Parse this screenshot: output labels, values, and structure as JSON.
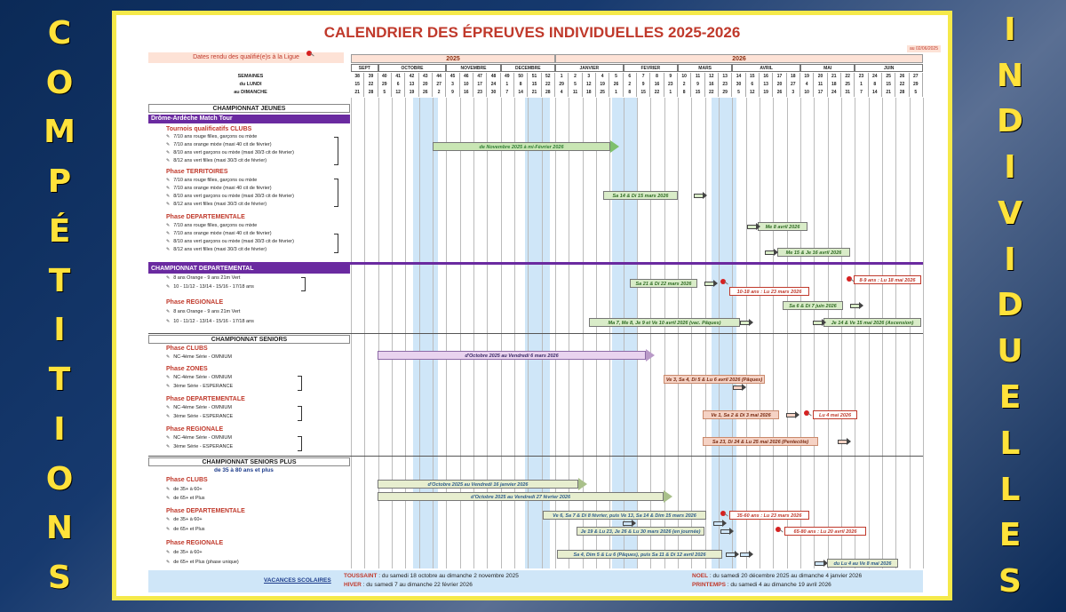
{
  "side_words": {
    "left": "COMPÉTITIONS",
    "right": "INDIVIDUELLES"
  },
  "title": "CALENDRIER DES ÉPREUVES INDIVIDUELLES 2025-2026",
  "date_note": "au 02/06/2025",
  "qual_note": "Dates rendu des qualifié(e)s à la Ligue",
  "years": {
    "y1": "2025",
    "y2": "2026"
  },
  "months": [
    "SEPT",
    "OCTOBRE",
    "NOVEMBRE",
    "DECEMBRE",
    "JANVIER",
    "FEVRIER",
    "MARS",
    "AVRIL",
    "MAI",
    "JUIN"
  ],
  "row_labels": {
    "weeks": "SEMAINES",
    "monday": "du LUNDI",
    "sunday": "au DIMANCHE"
  },
  "weeks": [
    "38",
    "39",
    "40",
    "41",
    "42",
    "43",
    "44",
    "45",
    "46",
    "47",
    "48",
    "49",
    "50",
    "51",
    "52",
    "1",
    "2",
    "3",
    "4",
    "5",
    "6",
    "7",
    "8",
    "9",
    "10",
    "11",
    "12",
    "13",
    "14",
    "15",
    "16",
    "17",
    "18",
    "19",
    "20",
    "21",
    "22",
    "23",
    "24",
    "25",
    "26",
    "27"
  ],
  "mondays": [
    "15",
    "22",
    "29",
    "6",
    "13",
    "20",
    "27",
    "3",
    "10",
    "17",
    "24",
    "1",
    "8",
    "15",
    "22",
    "29",
    "5",
    "12",
    "19",
    "26",
    "2",
    "9",
    "16",
    "23",
    "2",
    "9",
    "16",
    "23",
    "30",
    "6",
    "13",
    "20",
    "27",
    "4",
    "11",
    "18",
    "25",
    "1",
    "8",
    "15",
    "22",
    "29"
  ],
  "sundays": [
    "21",
    "28",
    "5",
    "12",
    "19",
    "26",
    "2",
    "9",
    "16",
    "23",
    "30",
    "7",
    "14",
    "21",
    "28",
    "4",
    "11",
    "18",
    "25",
    "1",
    "8",
    "15",
    "22",
    "1",
    "8",
    "15",
    "22",
    "29",
    "5",
    "12",
    "19",
    "26",
    "3",
    "10",
    "17",
    "24",
    "31",
    "7",
    "14",
    "21",
    "28",
    "5"
  ],
  "jeunes": {
    "header": "CHAMPIONNAT JEUNES",
    "tour": "Drôme-Ardèche Match Tour",
    "clubs": "Tournois qualificatifs CLUBS",
    "territoires": "Phase TERRITOIRES",
    "departementale": "Phase DEPARTEMENTALE",
    "items": [
      "7/10 ans rouge filles, garçons ou mixte",
      "7/10 ans orange mixte (maxi 40 cit de février)",
      "8/10 ans vert garçons ou mixte (maxi 30/3 cit de février)",
      "8/12 ans vert filles (maxi 30/3 cit de février)"
    ]
  },
  "dept": {
    "header": "CHAMPIONNAT DEPARTEMENTAL",
    "item1": "8 ans Orange - 9 ans 21m Vert",
    "item2": "10 - 11/12 - 13/14 - 15/16 - 17/18 ans",
    "regionale": "Phase REGIONALE",
    "item3": "8 ans Orange - 9 ans 21m Vert",
    "item4": "10 - 11/12 - 13/14 - 15/16 - 17/18 ans"
  },
  "seniors": {
    "header": "CHAMPIONNAT SENIORS",
    "clubs": "Phase CLUBS",
    "zones": "Phase ZONES",
    "departementale": "Phase DEPARTEMENTALE",
    "regionale": "Phase REGIONALE",
    "nc": "NC-4ème Série - OMNIUM",
    "esp": "3ème Série - ESPERANCE"
  },
  "plus": {
    "header": "CHAMPIONNAT SENIORS PLUS",
    "sub": "de 35 à 80 ans et plus",
    "phase1": "Phase CLUBS",
    "phase2": "Phase DEPARTEMENTALE",
    "phase3": "Phase REGIONALE",
    "a": "de 35+ à 60+",
    "b": "de 65+ et Plus",
    "c": "de 65+ et Plus    (phase unique)"
  },
  "bars": {
    "b1": "de Novembre 2025 à mi-Février 2026",
    "b2": "Sa 14 & Di 15 mars 2026",
    "b3": "Me 8 avril 2026",
    "b4": "Me 15 & Je 16 avril 2026",
    "b5": "Sa 21 & Di 22 mars 2026",
    "b6": "10-18 ans : Lu 23 mars 2026",
    "b7": "8-9 ans : Lu 18 mai 2026",
    "b8": "Sa 6 & Di 7 juin 2026",
    "b9": "Ma 7, Me 8, Je 9 et Ve 10 avril 2026 (vac. Pâques)",
    "b10": "Je 14 & Ve 15 mai 2026 (Ascension)",
    "b11": "d'Octobre 2025 au Vendredi 6 mars 2026",
    "b12": "Ve 3, Sa 4, Di 5 & Lu 6 avril 2026 (Pâques)",
    "b13": "Ve 1, Sa 2 & Di 3 mai 2026",
    "b14": "Lu 4 mai 2026",
    "b15": "Sa 23, Di 24 & Lu 25 mai 2026 (Pentecôte)",
    "b16": "d'Octobre 2025 au Vendredi 16 janvier 2026",
    "b17": "d'Octobre 2025 au Vendredi 27 février 2026",
    "b18": "Ve 6, Sa 7 & Di 8 février, puis Ve 13, Sa 14 & Dim 15 mars 2026",
    "b19": "35-60 ans : Lu 23 mars 2026",
    "b20": "Je 19 & Lu 23, Je 26 & Lu 30 mars 2026 (en journée)",
    "b21": "65-80 ans : Lu 20 avril 2026",
    "b22": "Sa 4, Dim 5 & Lu 6 (Pâques), puis Sa 11 & Di 12 avril 2026",
    "b23": "du Lu 4 au Ve 8 mai 2026"
  },
  "footer": {
    "label": "VACANCES SCOLAIRES",
    "t1": "TOUSSAINT",
    "t1v": " : du samedi 18 octobre au dimanche 2 novembre 2025",
    "t2": "HIVER",
    "t2v": " : du samedi 7 au dimanche 22 février 2026",
    "t3": "NOEL",
    "t3v": " : du samedi 20 décembre 2025 au dimanche 4 janvier 2026",
    "t4": "PRINTEMPS",
    "t4v": " : du samedi 4 au dimanche 19 avril 2026"
  },
  "colors": {
    "accent": "#ffe23a",
    "title": "#c0392b",
    "purple": "#6a2aa0",
    "vacation": "#cfe6f8"
  }
}
